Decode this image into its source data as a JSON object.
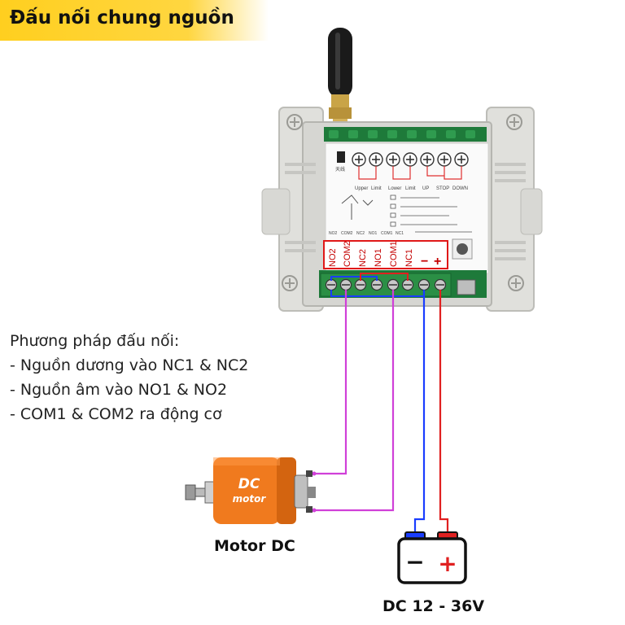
{
  "title": "Đấu nối chung nguồn",
  "method": {
    "heading": "Phương pháp đấu nối:",
    "lines": [
      "- Nguồn dương vào NC1 & NC2",
      "- Nguồn âm vào NO1 & NO2",
      "- COM1 & COM2 ra động cơ"
    ]
  },
  "motor": {
    "caption": "Motor DC",
    "logo_top": "DC",
    "logo_bottom": "motor"
  },
  "battery": {
    "caption": "DC 12 - 36V",
    "minus": "−",
    "plus": "+"
  },
  "terminals": [
    "NO2",
    "COM2",
    "NC2",
    "NO1",
    "COM1",
    "NC1",
    "−",
    "+"
  ],
  "top_terminal_labels": [
    "Upper",
    "Limit",
    "Lower",
    "Limit",
    "UP",
    "STOP",
    "DOWN"
  ],
  "board_bottom_labels": [
    "NO2",
    "COM2",
    "NC2",
    "NO1",
    "COM1",
    "NC1"
  ],
  "colors": {
    "title_band": "#ffcf1f",
    "wire_motor": "#d040d8",
    "wire_negative": "#1a3dff",
    "wire_positive": "#e02020",
    "terminal_label": "#c40000",
    "motor_body": "#f07a1e",
    "pcb": "#1e7a3a"
  }
}
